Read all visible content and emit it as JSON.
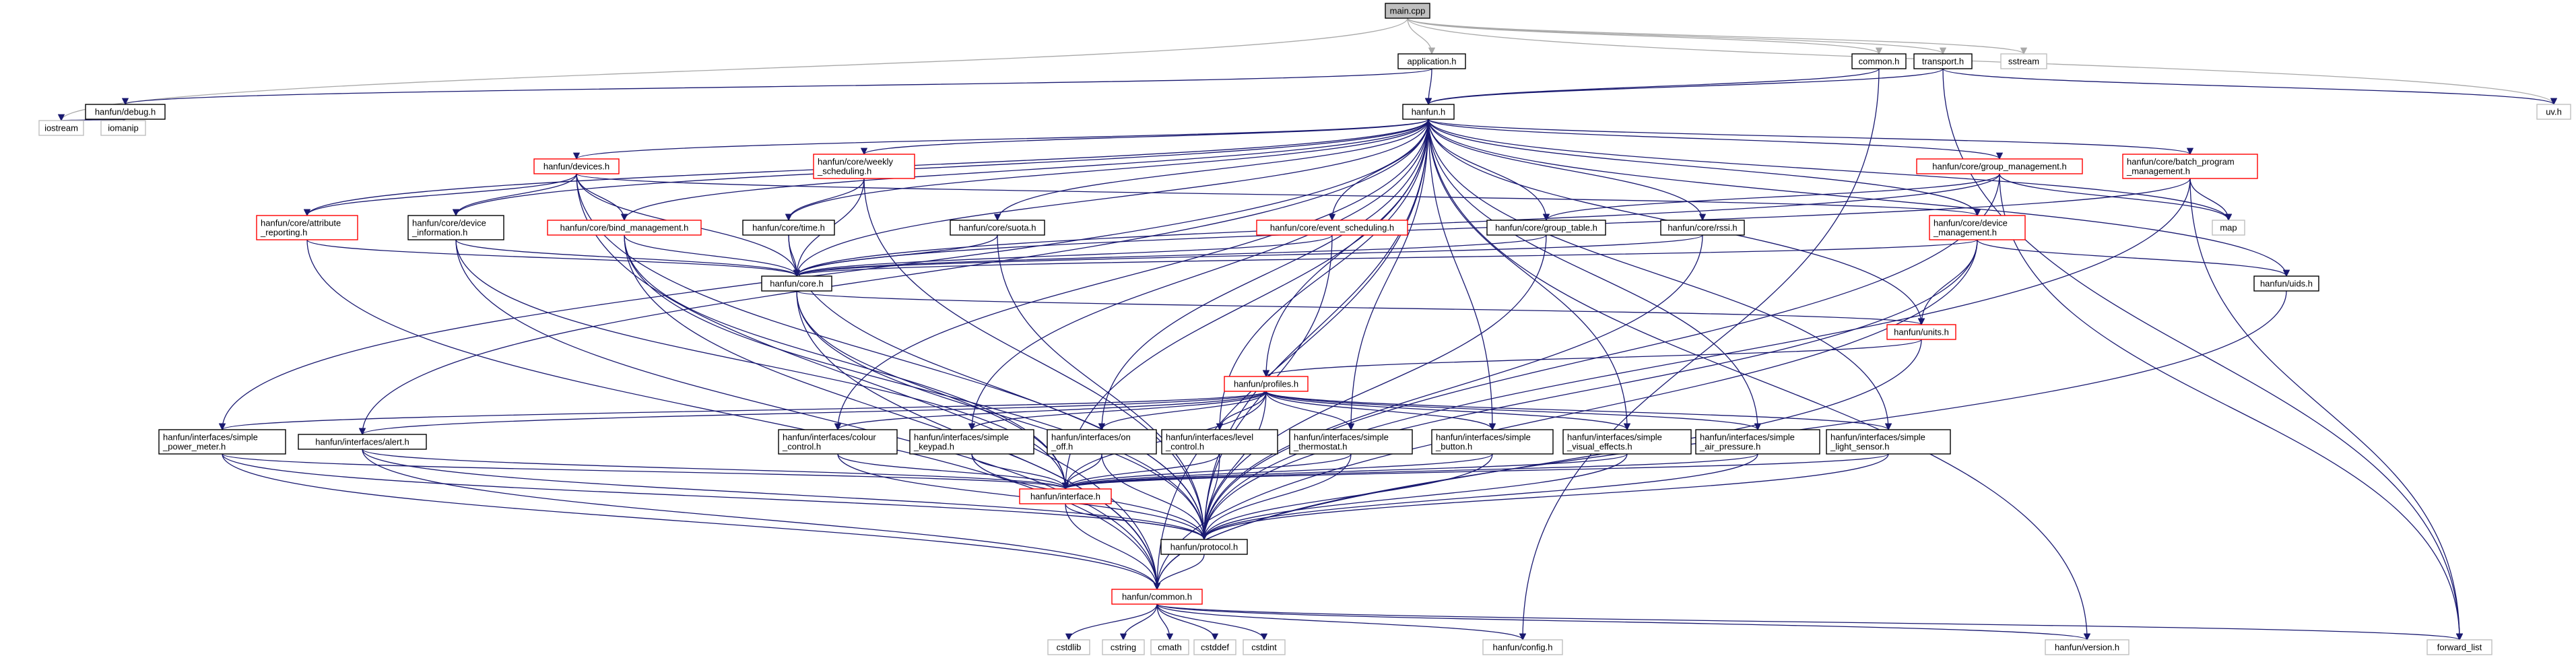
{
  "colors": {
    "edge": "#191970",
    "edge_from_root": "#a9a9a9",
    "root_fill": "#bfbfbf",
    "node_fill": "#ffffff",
    "node_border": "#000000",
    "link_node_border": "#ff0000",
    "system_header_border": "#bfbfbf"
  },
  "nodes": {
    "main_cpp": "main.cpp",
    "application_h": "application.h",
    "common_h": "common.h",
    "transport_h": "transport.h",
    "sstream": "sstream",
    "uv_h": "uv.h",
    "hanfun_debug_h": "hanfun/debug.h",
    "iostream": "iostream",
    "iomanip": "iomanip",
    "hanfun_h": "hanfun.h",
    "devices_h": "hanfun/devices.h",
    "weekly_sched": [
      "hanfun/core/weekly",
      "_scheduling.h"
    ],
    "group_mgmt_h": "hanfun/core/group_management.h",
    "batch_prog": [
      "hanfun/core/batch_program",
      "_management.h"
    ],
    "map": "map",
    "attr_reporting": [
      "hanfun/core/attribute",
      "_reporting.h"
    ],
    "device_info": [
      "hanfun/core/device",
      "_information.h"
    ],
    "bind_mgmt_h": "hanfun/core/bind_management.h",
    "time_h": "hanfun/core/time.h",
    "suota_h": "hanfun/core/suota.h",
    "event_sched_h": "hanfun/core/event_scheduling.h",
    "group_table_h": "hanfun/core/group_table.h",
    "rssi_h": "hanfun/core/rssi.h",
    "device_mgmt": [
      "hanfun/core/device",
      "_management.h"
    ],
    "uids_h": "hanfun/uids.h",
    "core_h": "hanfun/core.h",
    "units_h": "hanfun/units.h",
    "profiles_h": "hanfun/profiles.h",
    "simple_power_meter": [
      "hanfun/interfaces/simple",
      "_power_meter.h"
    ],
    "alert_h": "hanfun/interfaces/alert.h",
    "colour_control": [
      "hanfun/interfaces/colour",
      "_control.h"
    ],
    "simple_keypad": [
      "hanfun/interfaces/simple",
      "_keypad.h"
    ],
    "on_off": [
      "hanfun/interfaces/on",
      "_off.h"
    ],
    "level_control": [
      "hanfun/interfaces/level",
      "_control.h"
    ],
    "simple_thermostat": [
      "hanfun/interfaces/simple",
      "_thermostat.h"
    ],
    "simple_button": [
      "hanfun/interfaces/simple",
      "_button.h"
    ],
    "simple_visual": [
      "hanfun/interfaces/simple",
      "_visual_effects.h"
    ],
    "simple_air": [
      "hanfun/interfaces/simple",
      "_air_pressure.h"
    ],
    "simple_light": [
      "hanfun/interfaces/simple",
      "_light_sensor.h"
    ],
    "interface_h": "hanfun/interface.h",
    "protocol_h": "hanfun/protocol.h",
    "hf_common_h": "hanfun/common.h",
    "cstdlib": "cstdlib",
    "cstring": "cstring",
    "cmath": "cmath",
    "cstddef": "cstddef",
    "cstdint": "cstdint",
    "config_h": "hanfun/config.h",
    "version_h": "hanfun/version.h",
    "forward_list": "forward_list"
  }
}
